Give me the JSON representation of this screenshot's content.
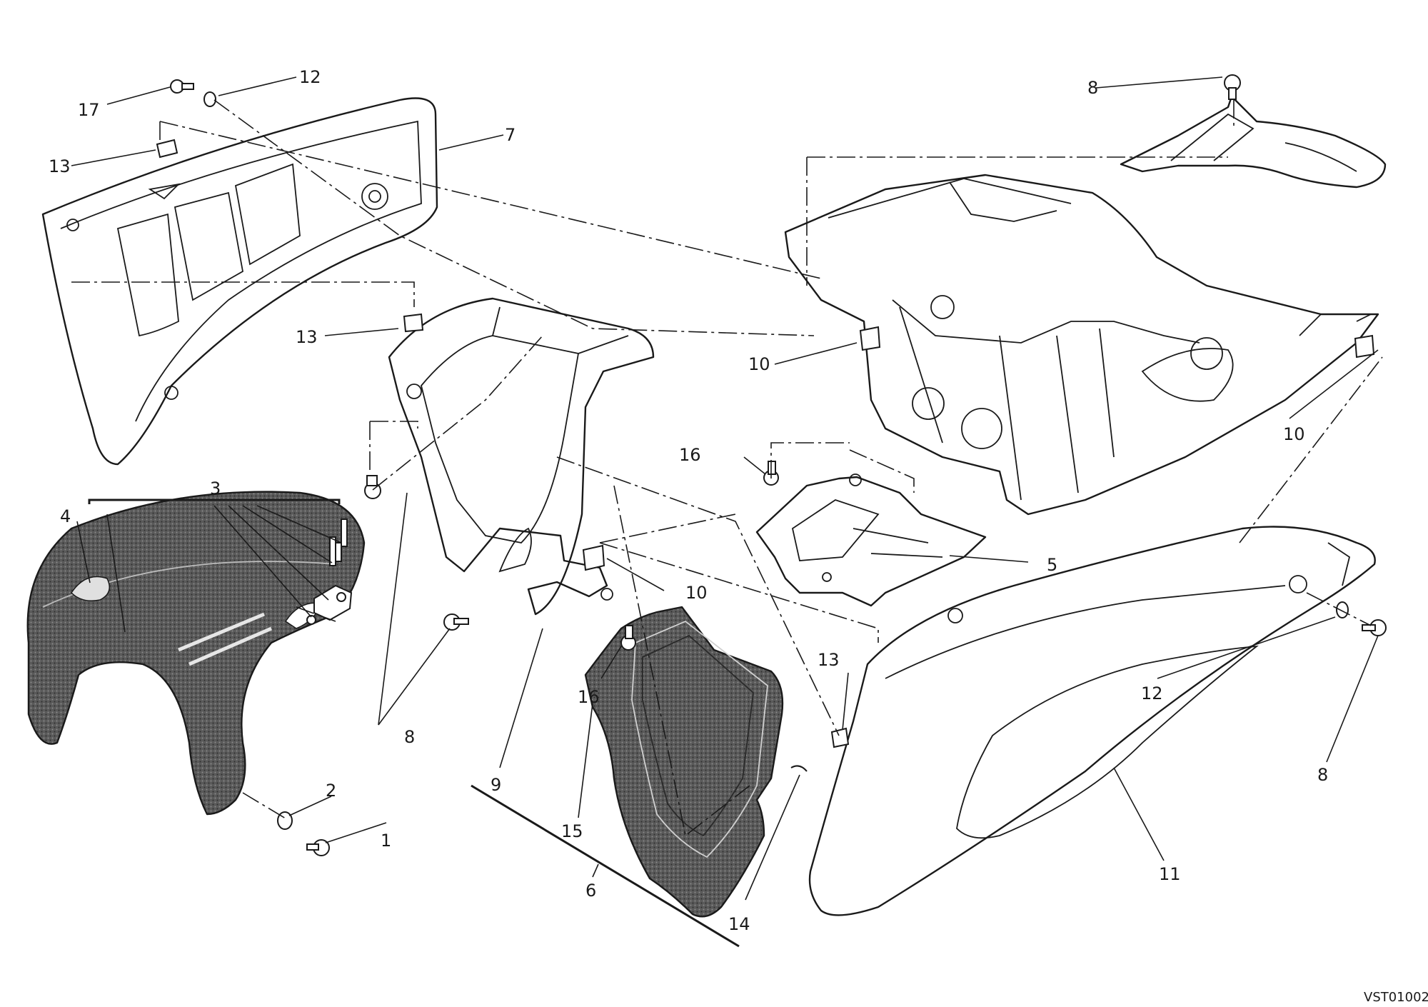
{
  "drawing_code": "VST01002",
  "callouts": {
    "c1": "1",
    "c2": "2",
    "c3": "3",
    "c4": "4",
    "c5": "5",
    "c6": "6",
    "c7": "7",
    "c8a": "8",
    "c8b": "8",
    "c8c": "8",
    "c9": "9",
    "c10a": "10",
    "c10b": "10",
    "c10c": "10",
    "c11": "11",
    "c12a": "12",
    "c12b": "12",
    "c13a": "13",
    "c13b": "13",
    "c13c": "13",
    "c14": "14",
    "c15": "15",
    "c16a": "16",
    "c16b": "16",
    "c17": "17"
  }
}
